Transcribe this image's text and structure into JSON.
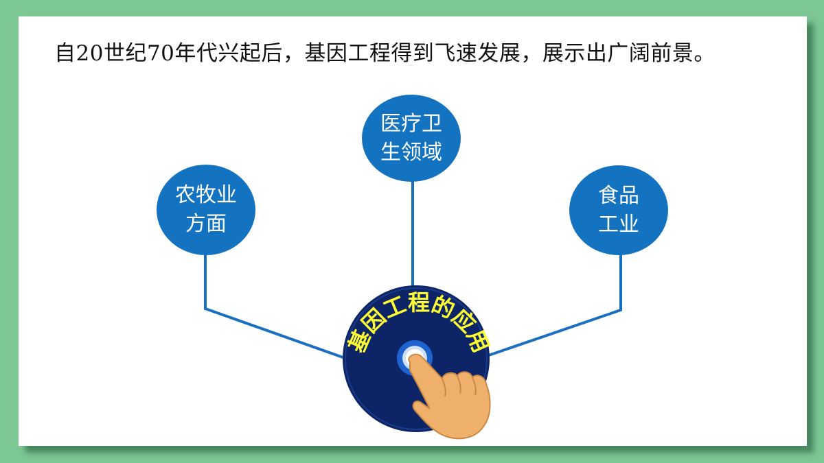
{
  "headline": "自20世纪70年代兴起后，基因工程得到飞速发展，展示出广阔前景。",
  "center": {
    "label": "基因工程的应用"
  },
  "branches": [
    {
      "label": "医疗卫生领域"
    },
    {
      "label": "农牧业方面"
    },
    {
      "label": "食品工业"
    }
  ],
  "colors": {
    "background": "#7dc795",
    "node": "#1473c0",
    "center_disc": "#0d2466",
    "center_text": "#ffff33",
    "connector": "#1a6fc0"
  }
}
